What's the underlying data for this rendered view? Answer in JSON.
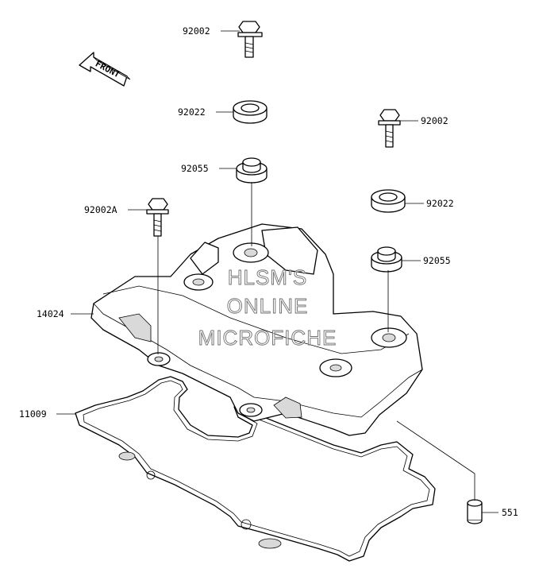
{
  "labels": {
    "bolt_top": "92002",
    "washer_top": "92022",
    "grommet_top": "92055",
    "bolt_right": "92002",
    "washer_right": "92022",
    "grommet_right": "92055",
    "bolt_left": "92002A",
    "cover": "14024",
    "gasket": "11009",
    "dowel": "551"
  },
  "front_text": "FRONT",
  "watermark": {
    "line1": "HLSM'S",
    "line2": "ONLINE",
    "line3": "MICROFICHE"
  }
}
